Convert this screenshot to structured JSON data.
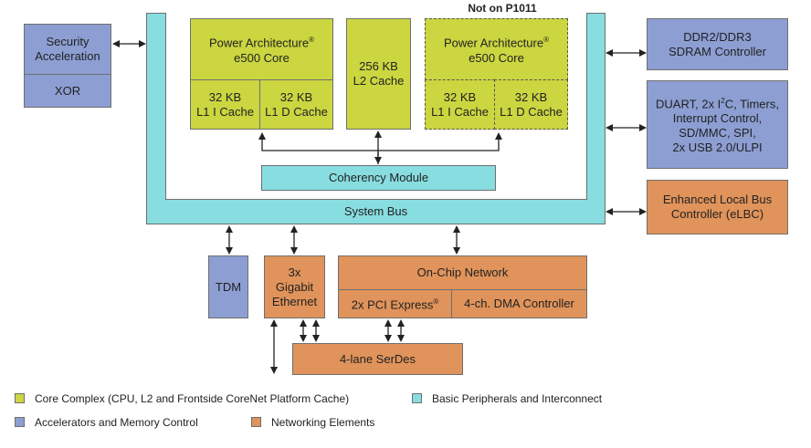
{
  "colors": {
    "core_complex": "#cbd640",
    "basic_peripherals": "#88dde0",
    "accelerators": "#8d9ed3",
    "networking": "#e0935a",
    "line": "#222222"
  },
  "labels": {
    "not_on": "Not on P1011",
    "security": "Security\nAcceleration",
    "xor": "XOR",
    "core1": "Power Architecture",
    "core1_sub": "e500 Core",
    "core2": "Power Architecture",
    "core2_sub": "e500 Core",
    "reg": "®",
    "l1i_1": "32 KB\nL1 I Cache",
    "l1d_1": "32 KB\nL1 D Cache",
    "l2": "256 KB\nL2 Cache",
    "l1i_2": "32 KB\nL1 I Cache",
    "l1d_2": "32 KB\nL1 D Cache",
    "coherency": "Coherency Module",
    "system_bus": "System Bus",
    "ddr": "DDR2/DDR3\nSDRAM Controller",
    "duart_a": "DUART, 2x I",
    "duart_sup": "2",
    "duart_b": "C, Timers,",
    "duart_rest": "Interrupt Control,\nSD/MMC, SPI,\n2x USB 2.0/ULPI",
    "elbc": "Enhanced Local Bus\nController (eLBC)",
    "tdm": "TDM",
    "gige": "3x\nGigabit\nEthernet",
    "on_chip": "On-Chip Network",
    "pcie": "2x PCI Express",
    "dma": "4-ch. DMA Controller",
    "serdes": "4-lane SerDes"
  },
  "legend": [
    {
      "key": "core_complex",
      "text": "Core Complex (CPU, L2 and Frontside CoreNet Platform Cache)"
    },
    {
      "key": "basic_peripherals",
      "text": "Basic Peripherals and Interconnect"
    },
    {
      "key": "accelerators",
      "text": "Accelerators and Memory Control"
    },
    {
      "key": "networking",
      "text": "Networking Elements"
    }
  ]
}
